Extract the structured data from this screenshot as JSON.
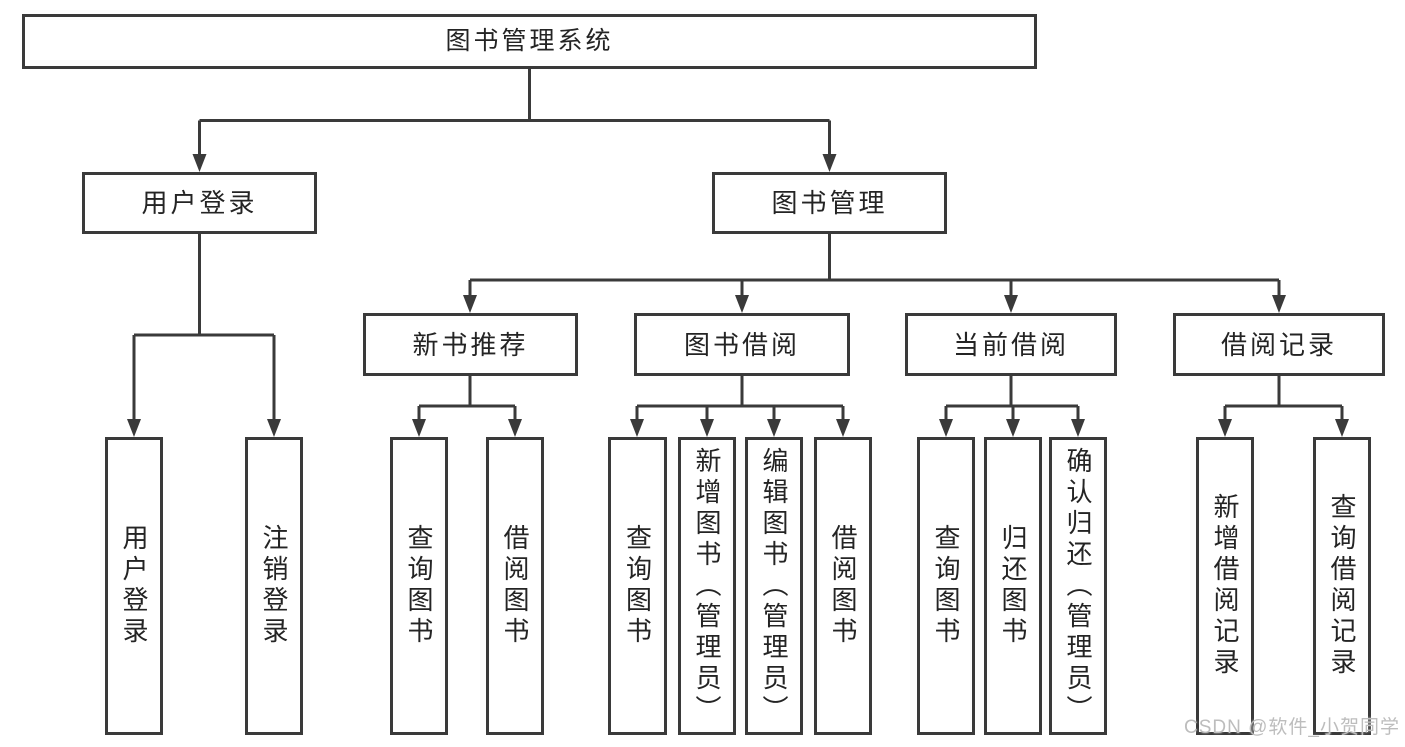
{
  "colors": {
    "line": "#3a3a3a",
    "text": "#242424",
    "watermark": "#bdbdbd",
    "background": "#ffffff"
  },
  "tree": {
    "root": {
      "label": "图书管理系统"
    },
    "level2": [
      {
        "label": "用户登录"
      },
      {
        "label": "图书管理"
      }
    ],
    "level3": [
      {
        "label": "新书推荐",
        "parent": "图书管理"
      },
      {
        "label": "图书借阅",
        "parent": "图书管理"
      },
      {
        "label": "当前借阅",
        "parent": "图书管理"
      },
      {
        "label": "借阅记录",
        "parent": "图书管理"
      }
    ],
    "leaves": [
      {
        "label": "用户登录",
        "parent": "用户登录"
      },
      {
        "label": "注销登录",
        "parent": "用户登录"
      },
      {
        "label": "查询图书",
        "parent": "新书推荐"
      },
      {
        "label": "借阅图书",
        "parent": "新书推荐"
      },
      {
        "label": "查询图书",
        "parent": "图书借阅"
      },
      {
        "label": "新增图书（管理员）",
        "parent": "图书借阅"
      },
      {
        "label": "编辑图书（管理员）",
        "parent": "图书借阅"
      },
      {
        "label": "借阅图书",
        "parent": "图书借阅"
      },
      {
        "label": "查询图书",
        "parent": "当前借阅"
      },
      {
        "label": "归还图书",
        "parent": "当前借阅"
      },
      {
        "label": "确认归还（管理员）",
        "parent": "当前借阅"
      },
      {
        "label": "新增借阅记录",
        "parent": "借阅记录"
      },
      {
        "label": "查询借阅记录",
        "parent": "借阅记录"
      }
    ]
  },
  "watermark": {
    "text": "CSDN @软件_小贺同学"
  }
}
